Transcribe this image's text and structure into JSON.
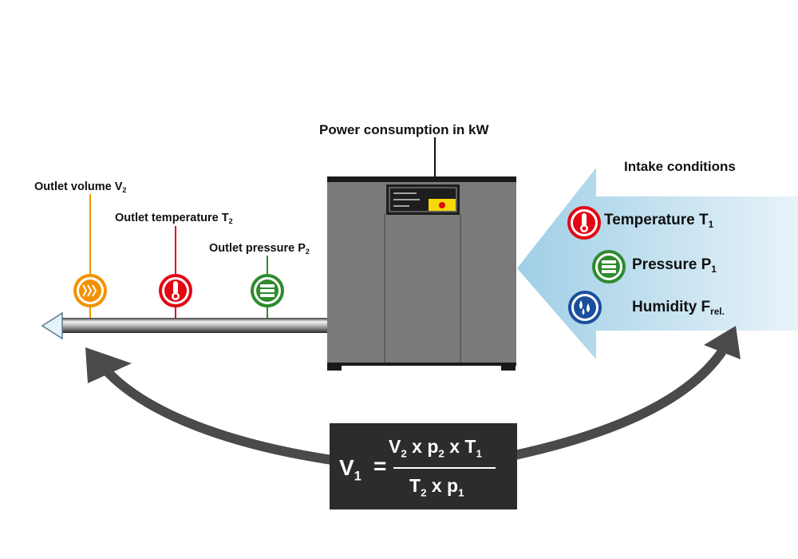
{
  "labels": {
    "power": "Power consumption in kW",
    "intake_title": "Intake conditions",
    "outlet_volume": "Outlet volume V",
    "outlet_volume_sub": "2",
    "outlet_temperature": "Outlet temperature T",
    "outlet_temperature_sub": "2",
    "outlet_pressure": "Outlet pressure P",
    "outlet_pressure_sub": "2",
    "temperature": "Temperature T",
    "temperature_sub": "1",
    "pressure": "Pressure P",
    "pressure_sub": "1",
    "humidity": "Humidity  F",
    "humidity_sub": "rel."
  },
  "formula": {
    "lhs": "V",
    "lhs_sub": "1",
    "equals": "=",
    "num_v": "V",
    "num_v_sub": "2",
    "num_x1": " x p",
    "num_p_sub": "2",
    "num_x2": " x T",
    "num_t_sub": "1",
    "den_t": "T",
    "den_t_sub": "2",
    "den_x": " x p",
    "den_p_sub": "1"
  },
  "colors": {
    "orange": "#f39200",
    "red": "#e30613",
    "green": "#2e8b2e",
    "blue": "#1a4f9c",
    "unit_gray": "#7a7a7a",
    "intake_blue": "#a8d4ea",
    "arc": "#4a4a4a",
    "display_yellow": "#f5d90a"
  },
  "icons": {
    "outlet_volume": "flow-chevrons-icon",
    "outlet_temperature": "thermometer-icon",
    "outlet_pressure": "pressure-gauge-icon",
    "intake_temperature": "thermometer-icon",
    "intake_pressure": "pressure-gauge-icon",
    "intake_humidity": "water-drops-icon"
  }
}
